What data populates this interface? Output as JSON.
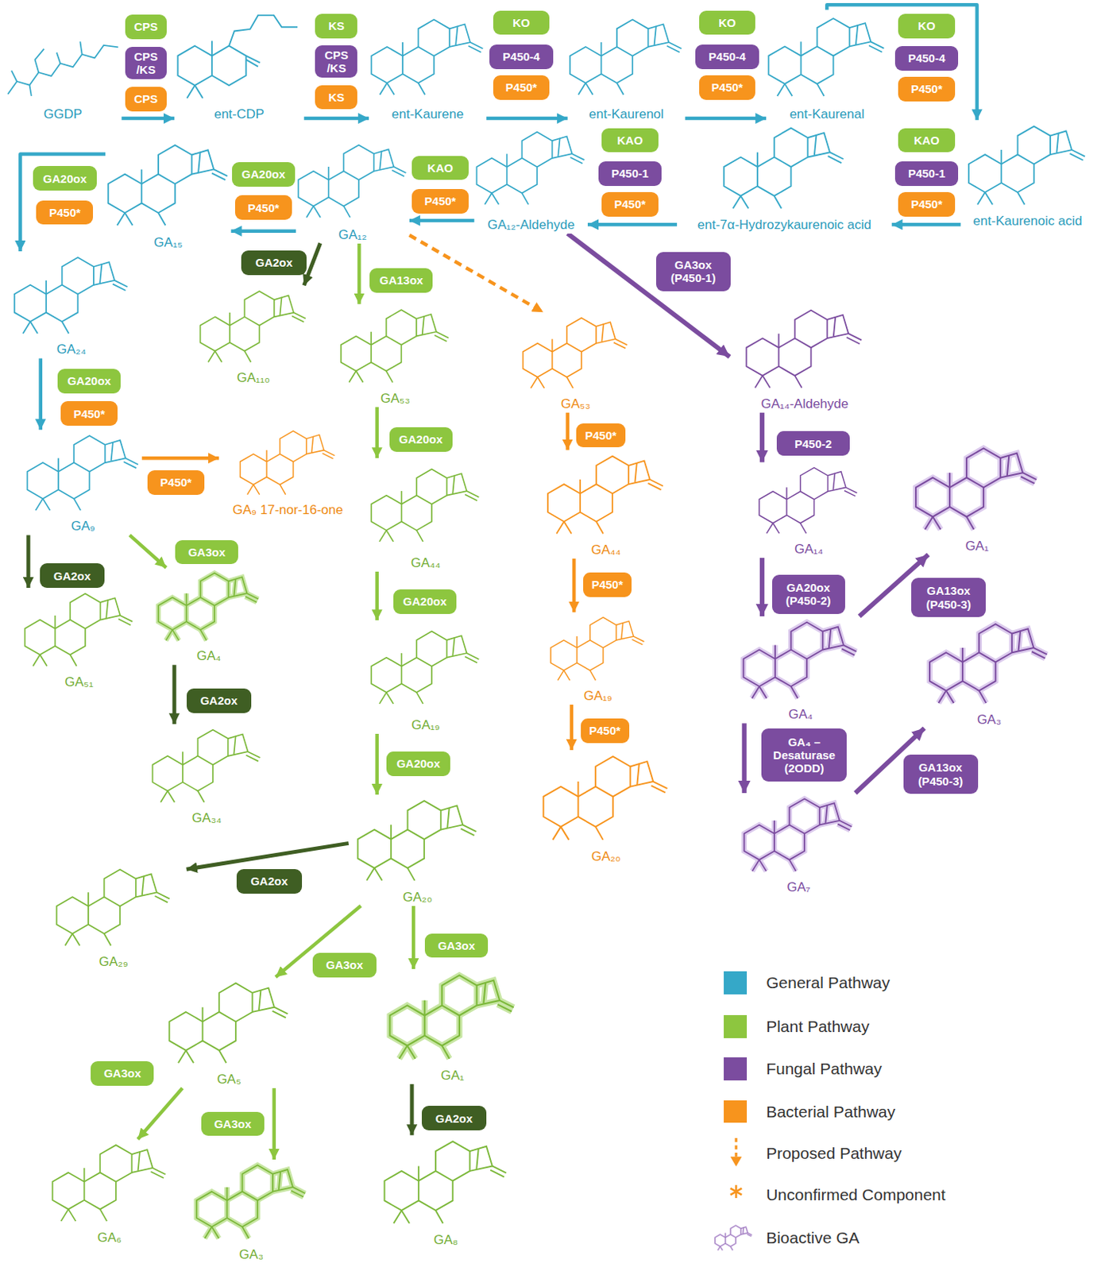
{
  "diagram": {
    "nodes": [
      {
        "text": [
          "GGDP"
        ]
      },
      {
        "text": [
          "ent-CDP"
        ]
      },
      {
        "text": [
          "ent-Kaurene"
        ]
      },
      {
        "text": [
          "ent-Kaurenol"
        ]
      },
      {
        "text": [
          "ent-Kaurenal"
        ]
      },
      {
        "text": [
          "ent-Kaurenoic acid"
        ]
      },
      {
        "text": [
          "ent-7α-Hydrozykaurenoic acid"
        ]
      },
      {
        "text": [
          "GA₁₂-Aldehyde"
        ]
      },
      {
        "text": [
          "GA₁₂"
        ]
      },
      {
        "text": [
          "GA₁₅"
        ]
      },
      {
        "text": [
          "GA₂₄"
        ]
      },
      {
        "text": [
          "GA₉"
        ]
      },
      {
        "text": [
          "GA₉ 17-nor-16-one"
        ]
      },
      {
        "text": [
          "GA₁₁₀"
        ]
      },
      {
        "text": [
          "GA₅₃"
        ]
      },
      {
        "text": [
          "GA₅₃"
        ]
      },
      {
        "text": [
          "GA₁₄-Aldehyde"
        ]
      },
      {
        "text": [
          "GA₅₁"
        ]
      },
      {
        "text": [
          "GA₄"
        ]
      },
      {
        "text": [
          "GA₃₄"
        ]
      },
      {
        "text": [
          "GA₄₄"
        ]
      },
      {
        "text": [
          "GA₄₄"
        ]
      },
      {
        "text": [
          "GA₁₄"
        ]
      },
      {
        "text": [
          "GA₁"
        ]
      },
      {
        "text": [
          "GA₁₉"
        ]
      },
      {
        "text": [
          "GA₁₉"
        ]
      },
      {
        "text": [
          "GA₄"
        ]
      },
      {
        "text": [
          "GA₃"
        ]
      },
      {
        "text": [
          "GA₂₀"
        ]
      },
      {
        "text": [
          "GA₂₀"
        ]
      },
      {
        "text": [
          "GA₇"
        ]
      },
      {
        "text": [
          "GA₂₉"
        ]
      },
      {
        "text": [
          "GA₅"
        ]
      },
      {
        "text": [
          "GA₁"
        ]
      },
      {
        "text": [
          "GA₆"
        ]
      },
      {
        "text": [
          "GA₃"
        ]
      },
      {
        "text": [
          "GA₈"
        ]
      },
      {
        "text": [
          "CPS"
        ]
      },
      {
        "text": [
          "CPS /KS"
        ]
      },
      {
        "text": [
          "CPS"
        ]
      },
      {
        "text": [
          "KS"
        ]
      },
      {
        "text": [
          "CPS /KS"
        ]
      },
      {
        "text": [
          "KS"
        ]
      },
      {
        "text": [
          "KO"
        ]
      },
      {
        "text": [
          "P450-4"
        ]
      },
      {
        "text": [
          "P450*"
        ]
      },
      {
        "text": [
          "KO"
        ]
      },
      {
        "text": [
          "P450-4"
        ]
      },
      {
        "text": [
          "P450*"
        ]
      },
      {
        "text": [
          "KO"
        ]
      },
      {
        "text": [
          "P450-4"
        ]
      },
      {
        "text": [
          "P450*"
        ]
      },
      {
        "text": [
          "KAO"
        ]
      },
      {
        "text": [
          "P450-1"
        ]
      },
      {
        "text": [
          "P450*"
        ]
      },
      {
        "text": [
          "KAO"
        ]
      },
      {
        "text": [
          "P450-1"
        ]
      },
      {
        "text": [
          "P450*"
        ]
      },
      {
        "text": [
          "KAO"
        ]
      },
      {
        "text": [
          "P450*"
        ]
      },
      {
        "text": [
          "GA20ox"
        ]
      },
      {
        "text": [
          "P450*"
        ]
      },
      {
        "text": [
          "GA20ox"
        ]
      },
      {
        "text": [
          "P450*"
        ]
      },
      {
        "text": [
          "GA2ox"
        ]
      },
      {
        "text": [
          "GA13ox"
        ]
      },
      {
        "text": [
          "GA3ox (P450-1)"
        ]
      },
      {
        "text": [
          "GA20ox"
        ]
      },
      {
        "text": [
          "P450*"
        ]
      },
      {
        "text": [
          "P450*"
        ]
      },
      {
        "text": [
          "GA20ox"
        ]
      },
      {
        "text": [
          "P450*"
        ]
      },
      {
        "text": [
          "P450-2"
        ]
      },
      {
        "text": [
          "GA2ox"
        ]
      },
      {
        "text": [
          "GA3ox"
        ]
      },
      {
        "text": [
          "GA20ox"
        ]
      },
      {
        "text": [
          "P450*"
        ]
      },
      {
        "text": [
          "GA20ox (P450-2)"
        ]
      },
      {
        "text": [
          "GA13ox (P450-3)"
        ]
      },
      {
        "text": [
          "GA2ox"
        ]
      },
      {
        "text": [
          "GA20ox"
        ]
      },
      {
        "text": [
          "P450*"
        ]
      },
      {
        "text": [
          "GA₄ – Desaturase (2ODD)"
        ]
      },
      {
        "text": [
          "GA13ox (P450-3)"
        ]
      },
      {
        "text": [
          "GA2ox"
        ]
      },
      {
        "text": [
          "GA3ox"
        ]
      },
      {
        "text": [
          "GA3ox"
        ]
      },
      {
        "text": [
          "GA3ox"
        ]
      },
      {
        "text": [
          "GA3ox"
        ]
      },
      {
        "text": [
          "GA2ox"
        ]
      }
    ],
    "edges": [
      {
        "from": 0,
        "to": 1,
        "arrow": "to"
      },
      {
        "from": 1,
        "to": 2,
        "arrow": "to"
      },
      {
        "from": 2,
        "to": 3,
        "arrow": "to"
      },
      {
        "from": 3,
        "to": 4,
        "arrow": "to"
      },
      {
        "from": 4,
        "to": 5,
        "arrow": "to"
      },
      {
        "from": 5,
        "to": 6,
        "arrow": "to"
      },
      {
        "from": 6,
        "to": 7,
        "arrow": "to"
      },
      {
        "from": 7,
        "to": 8,
        "arrow": "to"
      },
      {
        "from": 8,
        "to": 9,
        "arrow": "to"
      },
      {
        "from": 9,
        "to": 10,
        "arrow": "to"
      },
      {
        "from": 10,
        "to": 11,
        "arrow": "to"
      },
      {
        "from": 11,
        "to": 12,
        "arrow": "to"
      },
      {
        "from": 8,
        "to": 13,
        "arrow": "to"
      },
      {
        "from": 8,
        "to": 14,
        "arrow": "to"
      },
      {
        "from": 8,
        "to": 15,
        "arrow": "to"
      },
      {
        "from": 7,
        "to": 16,
        "arrow": "to"
      },
      {
        "from": 14,
        "to": 20,
        "arrow": "to"
      },
      {
        "from": 20,
        "to": 24,
        "arrow": "to"
      },
      {
        "from": 24,
        "to": 28,
        "arrow": "to"
      },
      {
        "from": 15,
        "to": 21,
        "arrow": "to"
      },
      {
        "from": 21,
        "to": 25,
        "arrow": "to"
      },
      {
        "from": 25,
        "to": 29,
        "arrow": "to"
      },
      {
        "from": 16,
        "to": 22,
        "arrow": "to"
      },
      {
        "from": 22,
        "to": 26,
        "arrow": "to"
      },
      {
        "from": 26,
        "to": 23,
        "arrow": "to"
      },
      {
        "from": 26,
        "to": 30,
        "arrow": "to"
      },
      {
        "from": 30,
        "to": 27,
        "arrow": "to"
      },
      {
        "from": 11,
        "to": 17,
        "arrow": "to"
      },
      {
        "from": 11,
        "to": 18,
        "arrow": "to"
      },
      {
        "from": 18,
        "to": 19,
        "arrow": "to"
      },
      {
        "from": 28,
        "to": 31,
        "arrow": "to"
      },
      {
        "from": 28,
        "to": 32,
        "arrow": "to"
      },
      {
        "from": 28,
        "to": 33,
        "arrow": "to"
      },
      {
        "from": 33,
        "to": 36,
        "arrow": "to"
      },
      {
        "from": 32,
        "to": 34,
        "arrow": "to"
      },
      {
        "from": 32,
        "to": 35,
        "arrow": "to"
      }
    ],
    "legend": [
      {
        "text": "General Pathway",
        "color": "#35a8c8"
      },
      {
        "text": "Plant Pathway",
        "color": "#8dc63f"
      },
      {
        "text": "Fungal Pathway",
        "color": "#7b4c9f"
      },
      {
        "text": "Bacterial Pathway",
        "color": "#f7941d"
      },
      {
        "text": "Proposed Pathway"
      },
      {
        "text": "Unconfirmed Component"
      },
      {
        "text": "Bioactive GA"
      }
    ]
  }
}
